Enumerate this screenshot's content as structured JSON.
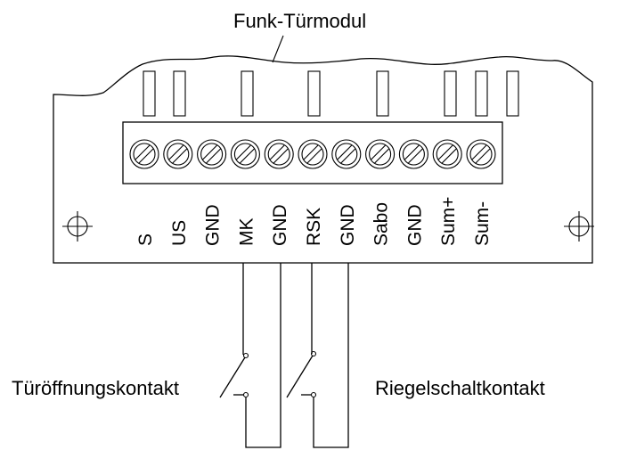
{
  "module_title": "Funk-Türmodul",
  "terminals": [
    "S",
    "US",
    "GND",
    "MK",
    "GND",
    "RSK",
    "GND",
    "Sabo",
    "GND",
    "Sum+",
    "Sum-"
  ],
  "contacts": {
    "left": "Türöffnungskontakt",
    "right": "Riegelschaltkontakt"
  },
  "icons": {
    "screw": "screw-terminal-icon",
    "mount": "crosshair-mount-icon"
  }
}
